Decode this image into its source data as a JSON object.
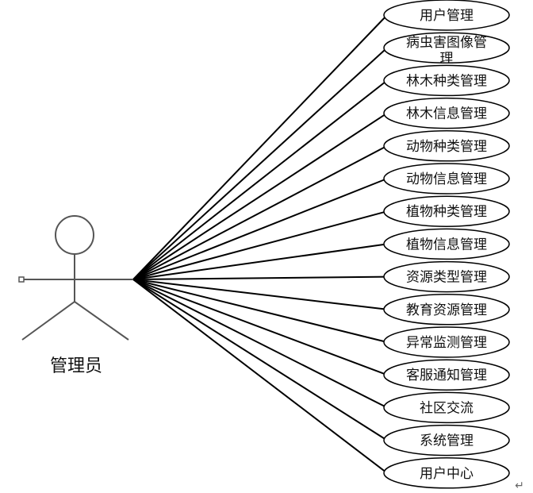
{
  "actor": {
    "label": "管理员"
  },
  "use_cases": [
    {
      "label": "用户管理"
    },
    {
      "label": "病虫害图像管理"
    },
    {
      "label": "林木种类管理"
    },
    {
      "label": "林木信息管理"
    },
    {
      "label": "动物种类管理"
    },
    {
      "label": "动物信息管理"
    },
    {
      "label": "植物种类管理"
    },
    {
      "label": "植物信息管理"
    },
    {
      "label": "资源类型管理"
    },
    {
      "label": "教育资源管理"
    },
    {
      "label": "异常监测管理"
    },
    {
      "label": "客服通知管理"
    },
    {
      "label": "社区交流"
    },
    {
      "label": "系统管理"
    },
    {
      "label": "用户中心"
    }
  ],
  "colors": {
    "line": "#000000",
    "actor": "#555555",
    "ellipse_fill": "#ffffff"
  }
}
